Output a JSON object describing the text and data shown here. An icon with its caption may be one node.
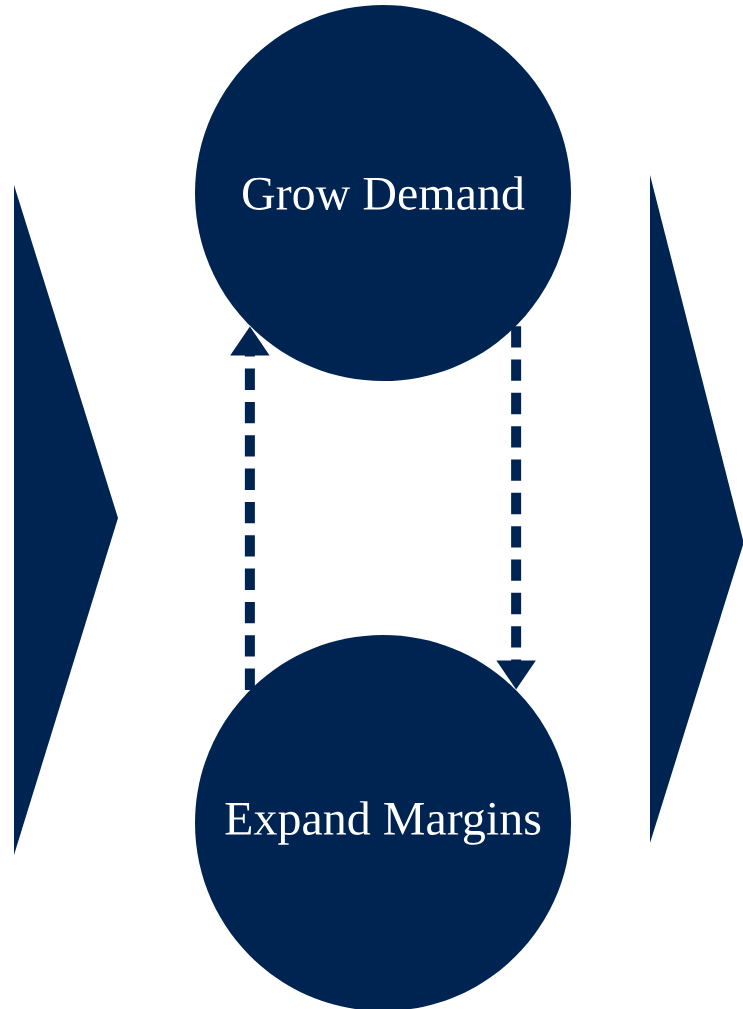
{
  "diagram": {
    "nodes": [
      {
        "text": [
          "Grow Demand"
        ]
      },
      {
        "text": [
          "Expand Margins"
        ]
      }
    ],
    "edges": [
      {
        "from": 1,
        "to": 0,
        "arrow": "to",
        "style": "dashed"
      },
      {
        "from": 0,
        "to": 1,
        "arrow": "to",
        "style": "dashed"
      }
    ]
  }
}
